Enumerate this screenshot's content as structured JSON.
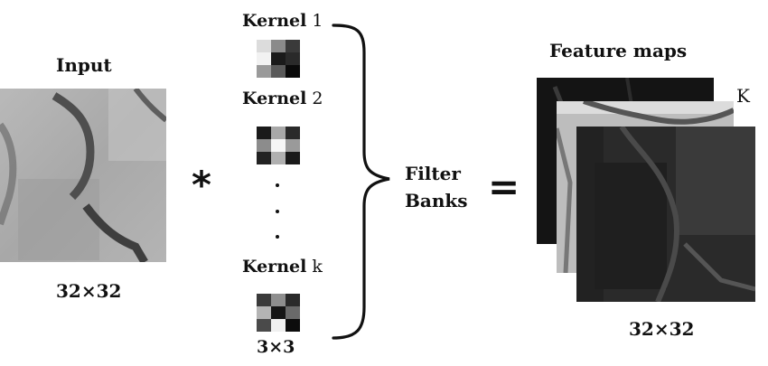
{
  "input": {
    "label": "Input",
    "size": "32×32"
  },
  "operators": {
    "convolve": "*",
    "equals": "="
  },
  "kernels": [
    {
      "word": "Kernel",
      "index": "1",
      "cells": [
        "#dcdcdc",
        "#8a8a8a",
        "#3a3a3a",
        "#f2f2f2",
        "#1a1a1a",
        "#2a2a2a",
        "#9a9a9a",
        "#5a5a5a",
        "#0a0a0a"
      ]
    },
    {
      "word": "Kernel",
      "index": "2",
      "cells": [
        "#1a1a1a",
        "#a8a8a8",
        "#2a2a2a",
        "#8c8c8c",
        "#f6f6f6",
        "#9a9a9a",
        "#222222",
        "#b0b0b0",
        "#1a1a1a"
      ]
    },
    {
      "word": "Kernel",
      "index": "k",
      "cells": [
        "#3a3a3a",
        "#8e8e8e",
        "#2a2a2a",
        "#b4b4b4",
        "#161616",
        "#6a6a6a",
        "#4a4a4a",
        "#f0f0f0",
        "#0c0c0c"
      ]
    }
  ],
  "kernel_size": "3×3",
  "filter_banks": {
    "line1": "Filter",
    "line2": "Banks"
  },
  "feature_maps": {
    "label": "Feature maps",
    "count": "K",
    "size": "32×32"
  }
}
